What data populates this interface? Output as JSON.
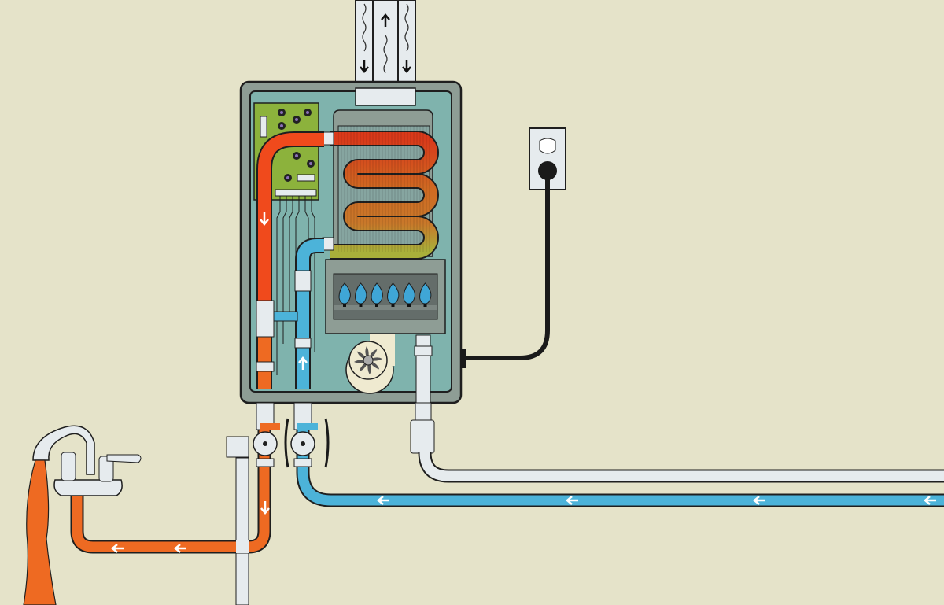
{
  "diagram": {
    "subject": "tankless-water-heater",
    "colors": {
      "background": "#e5e3c9",
      "hot": "#f04a1c",
      "hot_outlet": "#ee6a22",
      "cold": "#4cb3d9",
      "gas": "#e6ebee",
      "casing": "#8e9d95",
      "interior": "#7fb3ad",
      "board": "#8cb23c",
      "outline": "#1f1f1f"
    },
    "components": [
      "vent",
      "control-board",
      "heat-exchanger",
      "burner",
      "fan",
      "outlet",
      "faucet",
      "valves"
    ],
    "burner_flames": 6
  }
}
